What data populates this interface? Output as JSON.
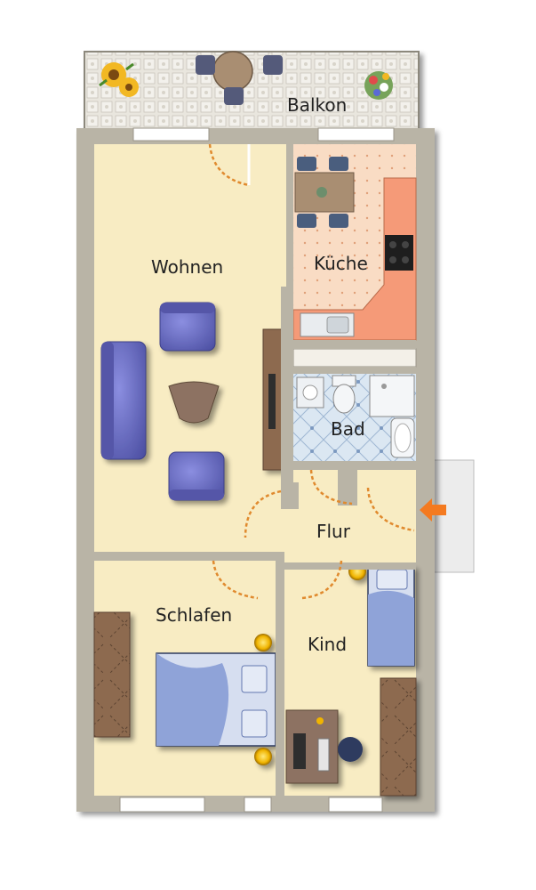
{
  "rooms": {
    "balkon": "Balkon",
    "wohnen": "Wohnen",
    "kueche": "Küche",
    "bad": "Bad",
    "flur": "Flur",
    "schlafen": "Schlafen",
    "kind": "Kind"
  },
  "colors": {
    "wall": "#b9b4a6",
    "floor": "#f8ecc3",
    "kitchen_floor": "#f9dcc4",
    "kitchen_counter": "#f59a78",
    "bath_tile": "#dbe7f2",
    "furniture_blue": "#6d6fc0",
    "wood": "#8d6a4f",
    "entrance_arrow": "#f47a20",
    "door_swing": "#e08a2e"
  }
}
